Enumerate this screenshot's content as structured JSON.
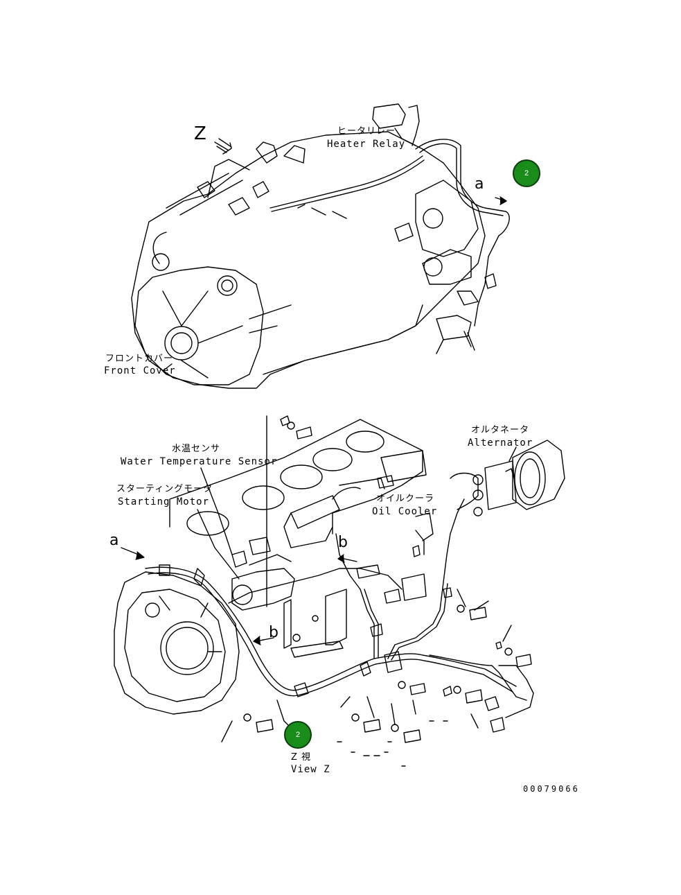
{
  "view_letter": "Z",
  "arrow_letter_a": "a",
  "arrow_letter_b": "b",
  "labels": {
    "heater_relay_jp": "ヒータリレー",
    "heater_relay_en": "Heater Relay",
    "front_cover_jp": "フロントカバー",
    "front_cover_en": "Front Cover",
    "water_temp_jp": "水温センサ",
    "water_temp_en": "Water Temperature Sensor",
    "starting_motor_jp": "スターティングモータ",
    "starting_motor_en": "Starting Motor",
    "alternator_jp": "オルタネータ",
    "alternator_en": "Alternator",
    "oil_cooler_jp": "オイルクーラ",
    "oil_cooler_en": "Oil Cooler",
    "view_jp": "Z 視",
    "view_en": "View Z"
  },
  "callouts": [
    "2",
    "2"
  ],
  "drawing_number": "00079066",
  "colors": {
    "callout_fill": "#1a8c1a",
    "line": "#000000"
  }
}
